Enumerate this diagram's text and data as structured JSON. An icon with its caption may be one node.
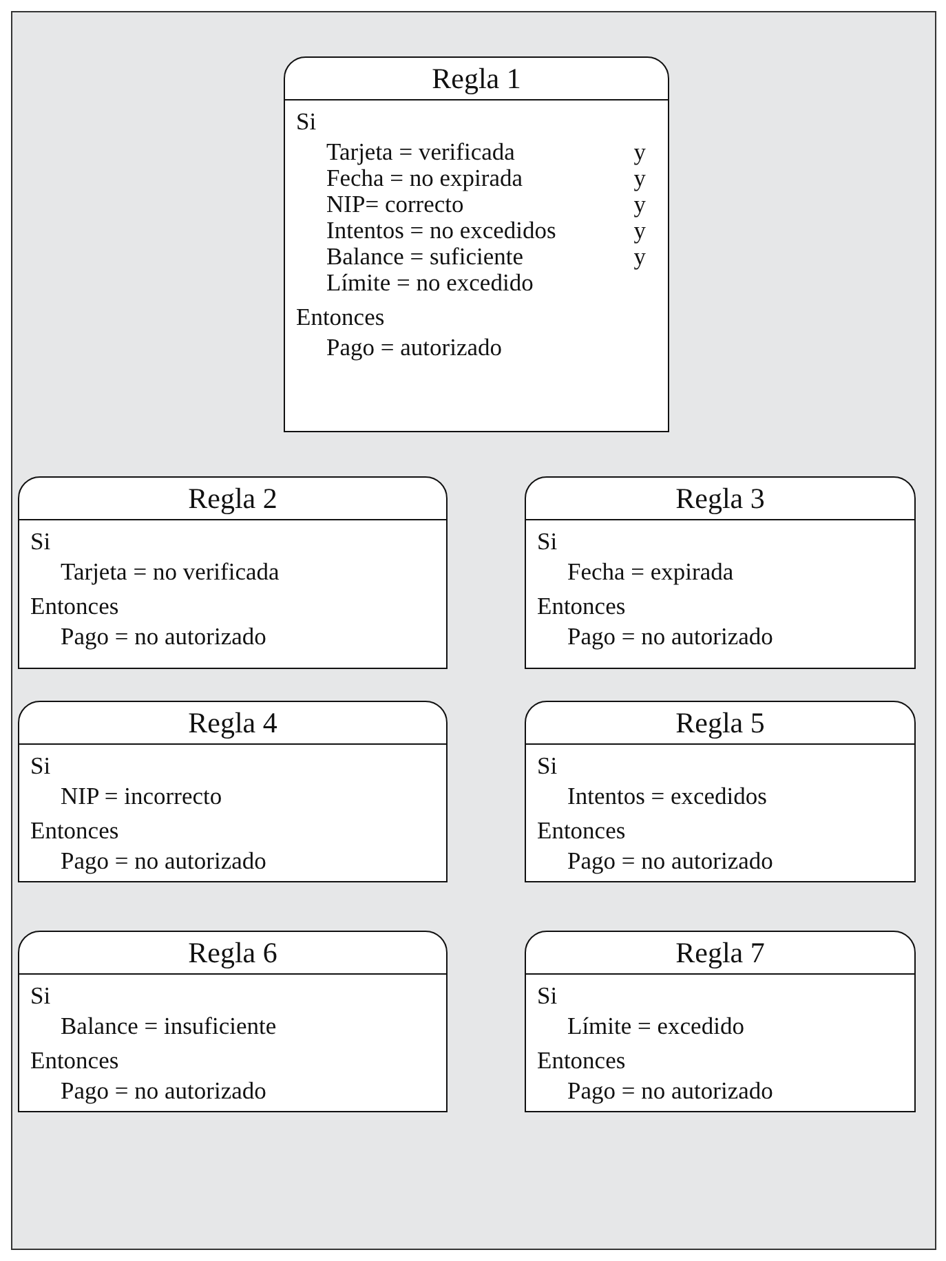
{
  "diagram": {
    "nodes": [
      {
        "text": [
          "Regla 1",
          "Si",
          "Tarjeta = verificada",
          "y",
          "Fecha = no expirada",
          "y",
          "NIP= correcto",
          "y",
          "Intentos = no excedidos",
          "y",
          "Balance = suficiente",
          "y",
          "Límite = no excedido",
          "Entonces",
          "Pago = autorizado"
        ]
      },
      {
        "text": [
          "Regla 2",
          "Si",
          "Tarjeta = no verificada",
          "Entonces",
          "Pago = no autorizado"
        ]
      },
      {
        "text": [
          "Regla 3",
          "Si",
          "Fecha = expirada",
          "Entonces",
          "Pago = no autorizado"
        ]
      },
      {
        "text": [
          "Regla 4",
          "Si",
          "NIP = incorrecto",
          "Entonces",
          "Pago = no autorizado"
        ]
      },
      {
        "text": [
          "Regla 5",
          "Si",
          "Intentos = excedidos",
          "Entonces",
          "Pago = no autorizado"
        ]
      },
      {
        "text": [
          "Regla 6",
          "Si",
          "Balance = insuficiente",
          "Entonces",
          "Pago = no autorizado"
        ]
      },
      {
        "text": [
          "Regla 7",
          "Si",
          "Límite = excedido",
          "Entonces",
          "Pago = no autorizado"
        ]
      }
    ],
    "edges": []
  }
}
